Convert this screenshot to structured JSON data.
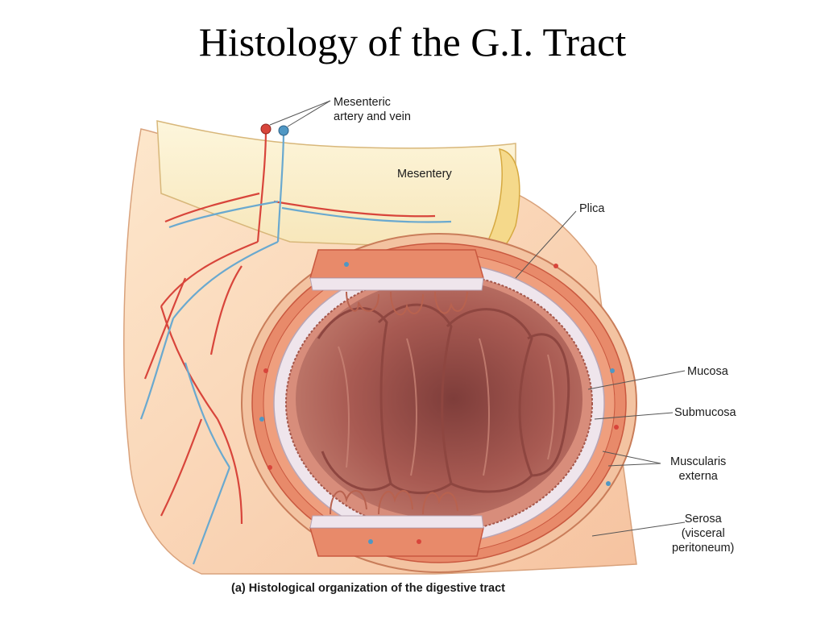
{
  "slide": {
    "title": "Histology of the G.I. Tract",
    "caption": "(a) Histological organization of the digestive tract"
  },
  "labels": {
    "mesenteric_vessels": [
      "Mesenteric",
      "artery and vein"
    ],
    "mesentery": "Mesentery",
    "plica": "Plica",
    "mucosa": "Mucosa",
    "submucosa": "Submucosa",
    "muscularis": [
      "Muscularis",
      "externa"
    ],
    "serosa": [
      "Serosa",
      "(visceral",
      "peritoneum)"
    ]
  },
  "colors": {
    "artery": "#d8453b",
    "vein": "#4f97c4",
    "mesentery": "#fbf1cf",
    "mucosa_lumen": "#a85a52",
    "muscle": "#e88a6a",
    "outer_tube": "#fbd9b8"
  }
}
